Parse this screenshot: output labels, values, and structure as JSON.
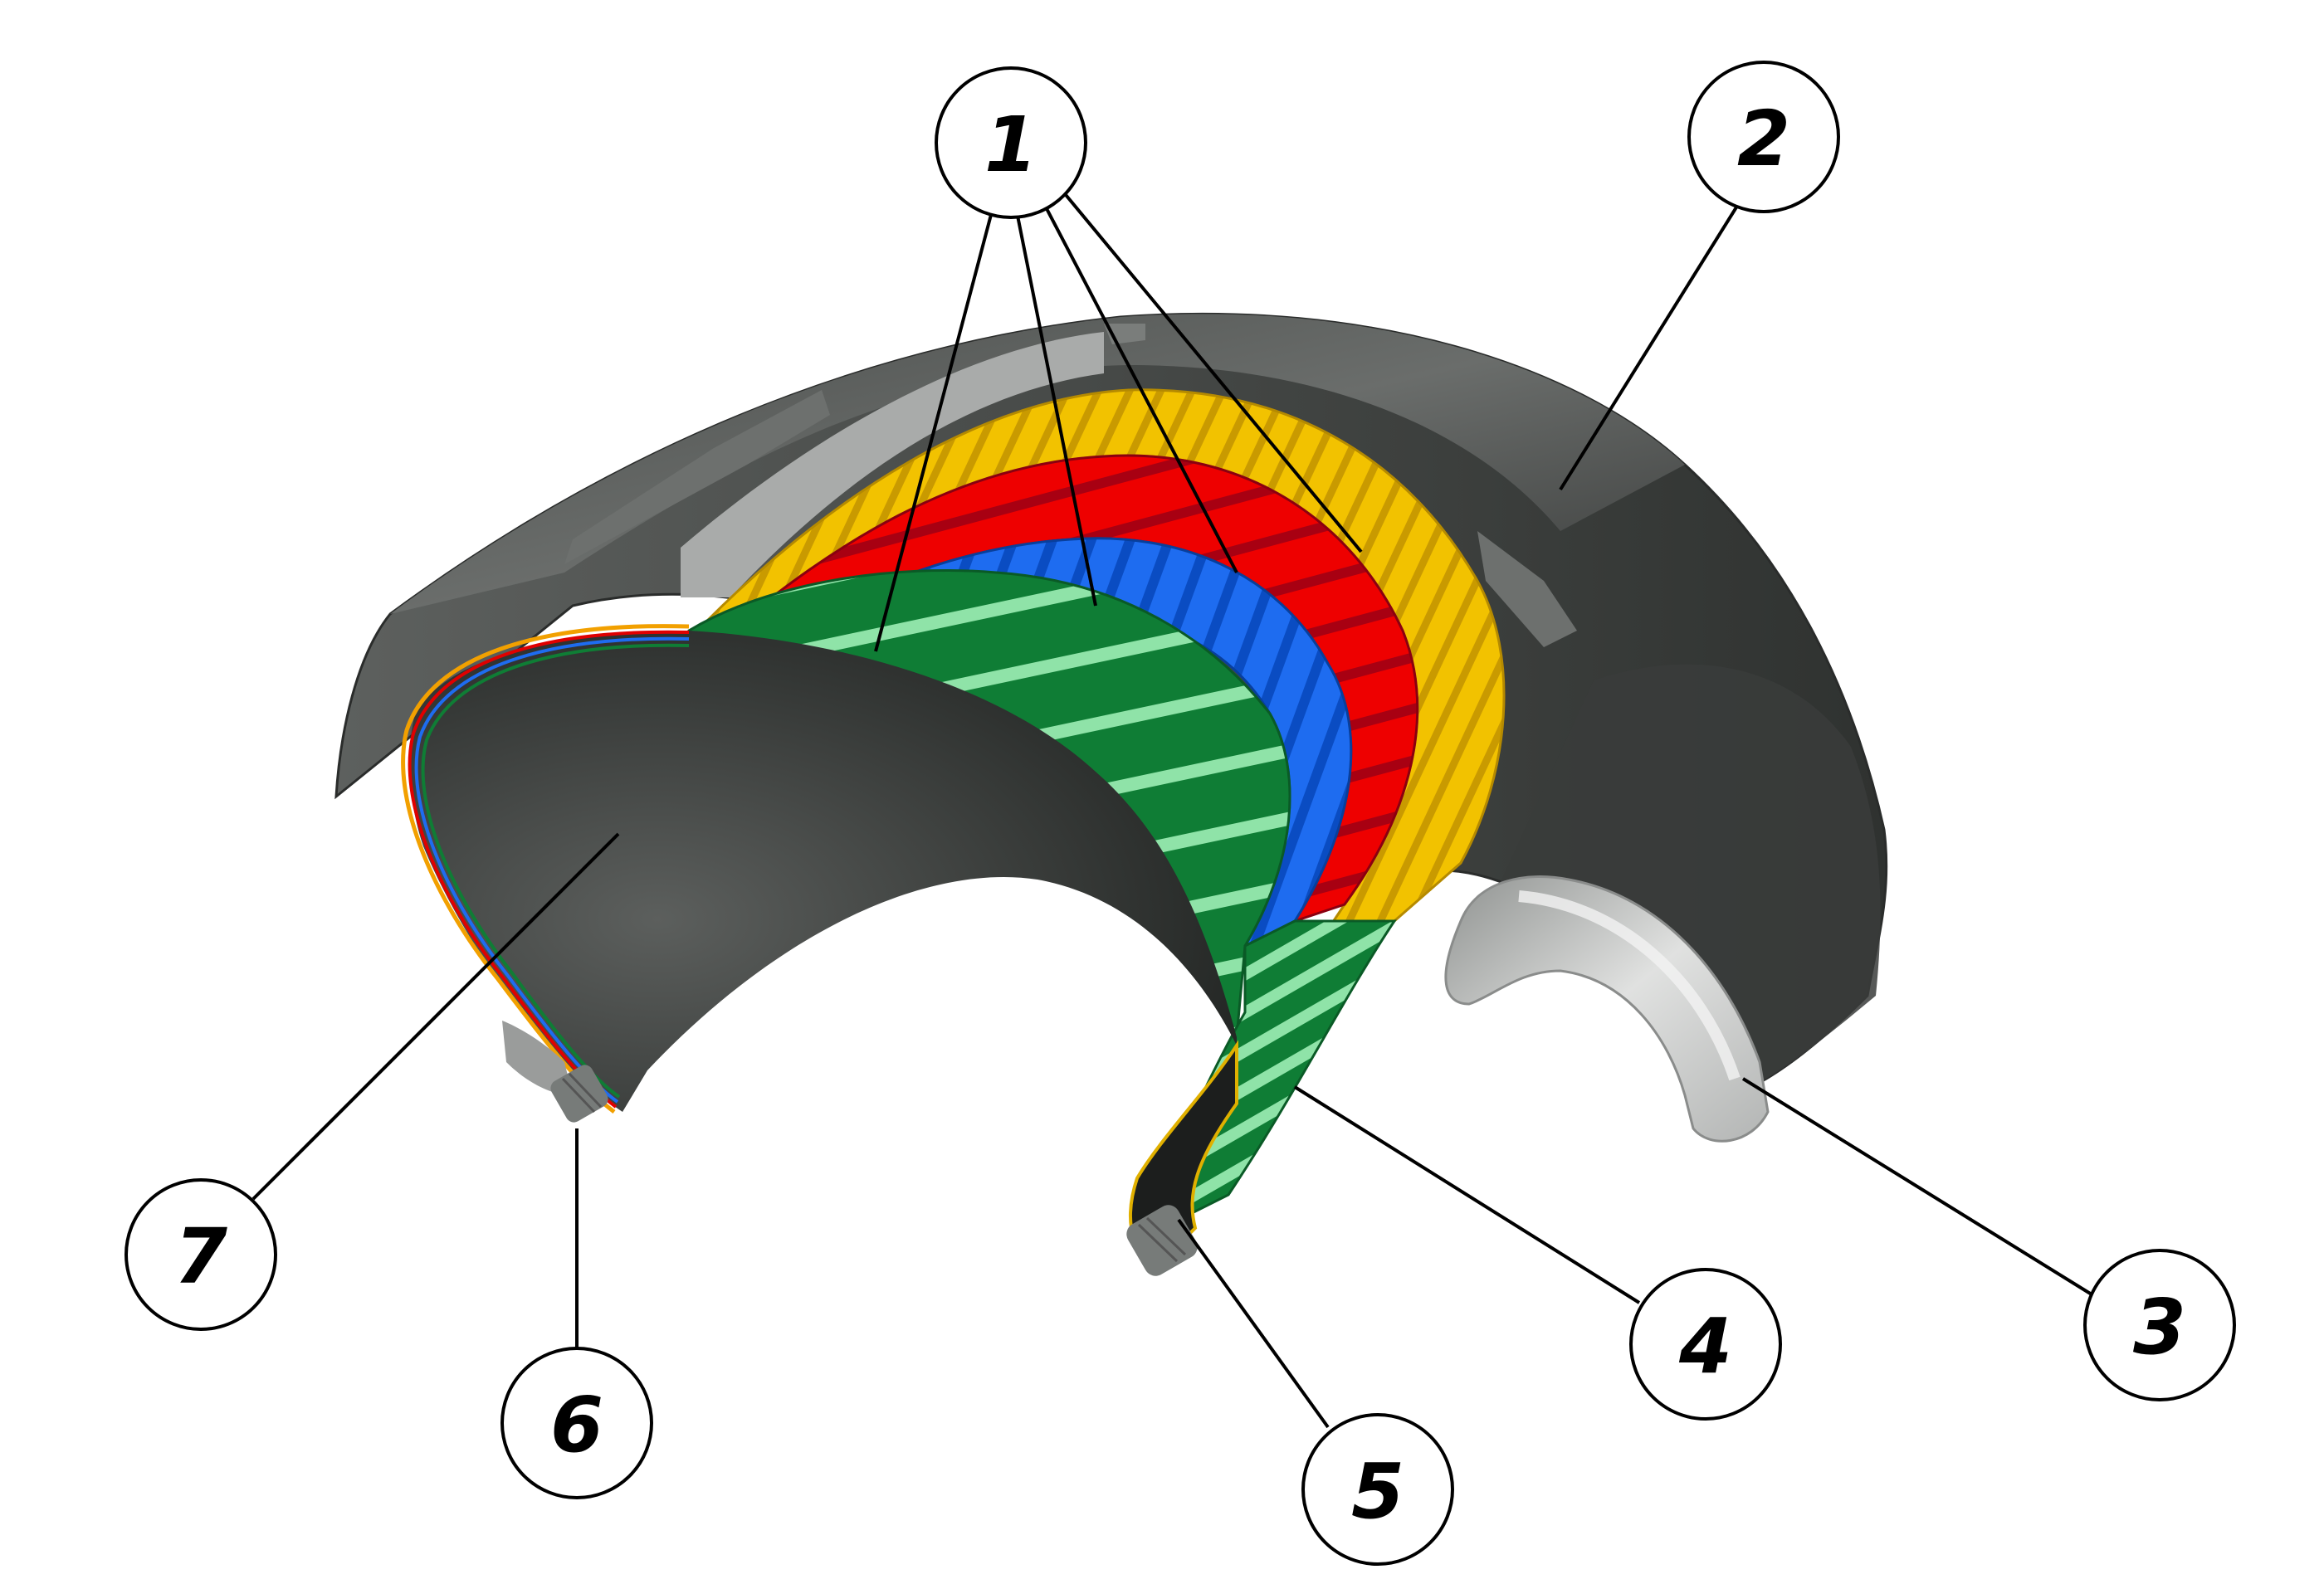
{
  "diagram": {
    "callouts": [
      {
        "id": "c1",
        "label": "1"
      },
      {
        "id": "c2",
        "label": "2"
      },
      {
        "id": "c3",
        "label": "3"
      },
      {
        "id": "c4",
        "label": "4"
      },
      {
        "id": "c5",
        "label": "5"
      },
      {
        "id": "c6",
        "label": "6"
      },
      {
        "id": "c7",
        "label": "7"
      }
    ],
    "colors": {
      "tire_dark": "#3b3e3c",
      "tire_mid": "#595c5a",
      "tire_light_gray": "#a9abaa",
      "ply_yellow": "#f2c200",
      "ply_red": "#ee0000",
      "ply_blue": "#1e6cf0",
      "ply_green": "#0f7d35",
      "ply_green_stripe": "#8fe3a8",
      "bead_wire": "#777b79"
    },
    "icons": [
      "tire-cross-section-illustration"
    ]
  }
}
